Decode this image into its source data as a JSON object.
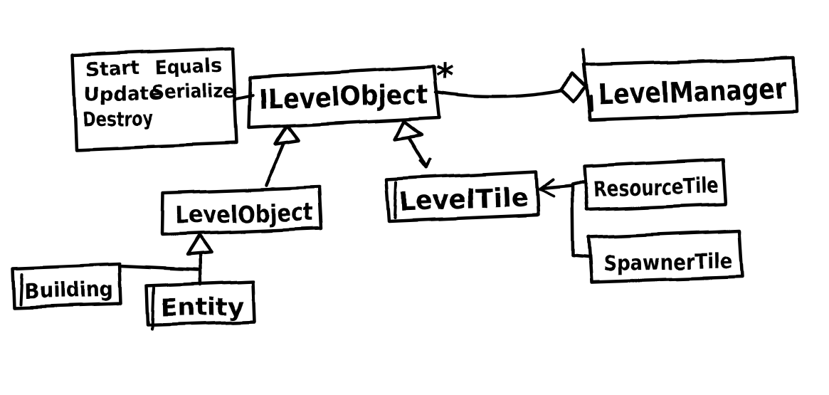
{
  "canvas": {
    "background": "#ffffff",
    "ink_color": "#000000"
  },
  "diagram": {
    "kind": "hand-drawn UML class diagram",
    "nodes": {
      "methods_note": {
        "left_column": [
          "Start",
          "Update",
          "Destroy"
        ],
        "right_column": [
          "Equals",
          "Serialize"
        ]
      },
      "ilevel_object": {
        "label": "ILevelObject",
        "multiplicity": "*"
      },
      "level_manager": {
        "label": "LevelManager"
      },
      "level_object": {
        "label": "LevelObject"
      },
      "level_tile": {
        "label": "LevelTile"
      },
      "resource_tile": {
        "label": "ResourceTile"
      },
      "spawner_tile": {
        "label": "SpawnerTile"
      },
      "building": {
        "label": "Building"
      },
      "entity": {
        "label": "Entity"
      }
    },
    "edges": [
      {
        "from": "ILevelObject",
        "to": "LevelManager",
        "type": "aggregation",
        "multiplicity": "*"
      },
      {
        "from": "LevelObject",
        "to": "ILevelObject",
        "type": "inheritance"
      },
      {
        "from": "LevelTile",
        "to": "ILevelObject",
        "type": "inheritance"
      },
      {
        "from": "ResourceTile",
        "to": "LevelTile",
        "type": "inheritance"
      },
      {
        "from": "SpawnerTile",
        "to": "LevelTile",
        "type": "inheritance"
      },
      {
        "from": "Building",
        "to": "LevelObject",
        "type": "inheritance"
      },
      {
        "from": "Entity",
        "to": "LevelObject",
        "type": "inheritance"
      },
      {
        "from": "methods_note",
        "to": "ILevelObject",
        "type": "attachment"
      }
    ]
  }
}
